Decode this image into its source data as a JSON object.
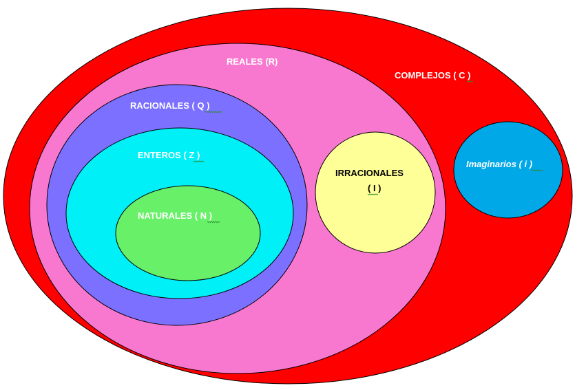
{
  "sets": {
    "complejos": {
      "label": "COMPLEJOS ( C )",
      "color": "#ff0000"
    },
    "reales": {
      "label": "REALES (R)",
      "color": "#f878d0"
    },
    "racionales": {
      "label": "RACIONALES ( Q )",
      "color": "#7b70ff"
    },
    "enteros": {
      "label": "ENTEROS ( Z )",
      "color": "#00f0f8"
    },
    "naturales": {
      "label": "NATURALES ( N )",
      "color": "#68f068"
    },
    "irracionales": {
      "label_line1": "IRRACIONALES",
      "label_line2": "( I )",
      "color": "#ffff98"
    },
    "imaginarios": {
      "label": "Imaginarios ( i )",
      "color": "#00a8e8"
    }
  }
}
